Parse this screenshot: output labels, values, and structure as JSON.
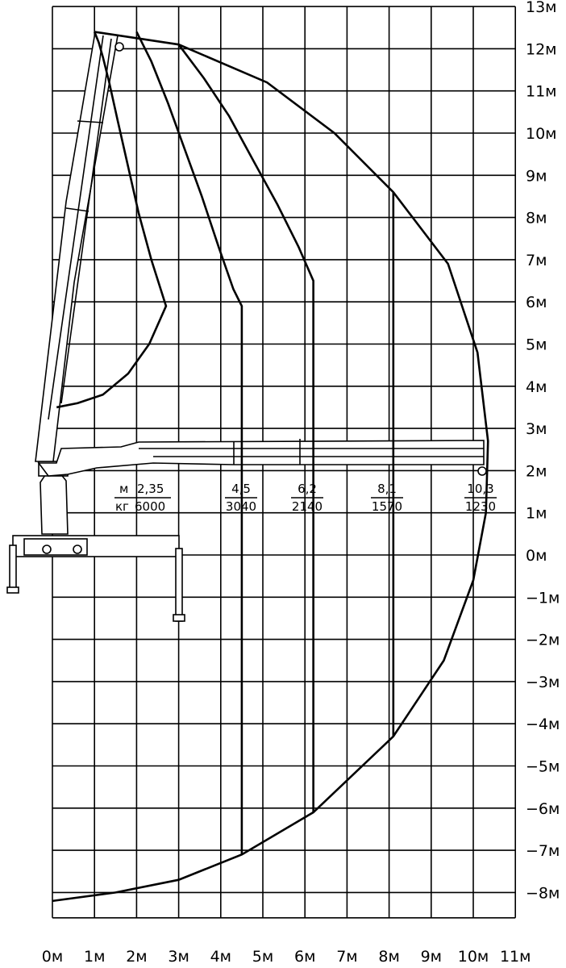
{
  "chart_data": {
    "type": "line",
    "title": "",
    "xlabel": "",
    "ylabel": "",
    "xlim": [
      0,
      11
    ],
    "ylim": [
      -8.6,
      13
    ],
    "grid": true,
    "x_ticks": [
      "0м",
      "1м",
      "2м",
      "3м",
      "4м",
      "5м",
      "6м",
      "7м",
      "8м",
      "9м",
      "10м",
      "11м"
    ],
    "y_ticks": [
      "13м",
      "12м",
      "11м",
      "10м",
      "9м",
      "8м",
      "7м",
      "6м",
      "5м",
      "4м",
      "3м",
      "2м",
      "1м",
      "0м",
      "−1м",
      "−2м",
      "−3м",
      "−4м",
      "−5м",
      "−6м",
      "−7м",
      "−8м"
    ],
    "series": [
      {
        "points": [
          [
            1.0,
            12.4
          ],
          [
            1.1,
            12.15
          ],
          [
            1.2,
            11.8
          ],
          [
            1.35,
            11.2
          ],
          [
            1.55,
            10.3
          ],
          [
            1.8,
            9.2
          ],
          [
            2.05,
            8.1
          ],
          [
            2.35,
            7.0
          ],
          [
            2.7,
            5.9
          ],
          [
            2.3,
            5.0
          ],
          [
            1.8,
            4.3
          ],
          [
            1.2,
            3.8
          ],
          [
            0.6,
            3.6
          ],
          [
            0.1,
            3.5
          ]
        ]
      },
      {
        "points": [
          [
            2.0,
            12.4
          ],
          [
            2.35,
            11.7
          ],
          [
            2.75,
            10.7
          ],
          [
            3.15,
            9.6
          ],
          [
            3.55,
            8.5
          ],
          [
            3.95,
            7.3
          ],
          [
            4.3,
            6.3
          ],
          [
            4.5,
            5.9
          ],
          [
            4.5,
            -7.1
          ]
        ]
      },
      {
        "points": [
          [
            3.0,
            12.1
          ],
          [
            3.6,
            11.3
          ],
          [
            4.2,
            10.4
          ],
          [
            4.8,
            9.3
          ],
          [
            5.35,
            8.3
          ],
          [
            5.85,
            7.3
          ],
          [
            6.2,
            6.5
          ],
          [
            6.2,
            -6.1
          ]
        ]
      },
      {
        "points": [
          [
            8.1,
            8.6
          ],
          [
            8.1,
            -4.3
          ]
        ]
      },
      {
        "points": [
          [
            0.0,
            -8.2
          ],
          [
            1.5,
            -8.0
          ],
          [
            3.0,
            -7.7
          ],
          [
            4.5,
            -7.1
          ],
          [
            6.2,
            -6.1
          ],
          [
            8.1,
            -4.3
          ],
          [
            9.3,
            -2.5
          ],
          [
            10.0,
            -0.6
          ],
          [
            10.3,
            1.0
          ],
          [
            10.35,
            2.7
          ],
          [
            10.1,
            4.8
          ],
          [
            9.4,
            6.9
          ],
          [
            8.1,
            8.6
          ],
          [
            6.7,
            10.0
          ],
          [
            5.1,
            11.2
          ],
          [
            3.0,
            12.1
          ],
          [
            1.0,
            12.4
          ]
        ]
      }
    ],
    "load_labels": [
      {
        "reach_unit": "м",
        "load_unit": "кг",
        "reach": "2,35",
        "load": "6000"
      },
      {
        "reach": "4,5",
        "load": "3040"
      },
      {
        "reach": "6,2",
        "load": "2140"
      },
      {
        "reach": "8,1",
        "load": "1570"
      },
      {
        "reach": "10,3",
        "load": "1230"
      }
    ]
  }
}
